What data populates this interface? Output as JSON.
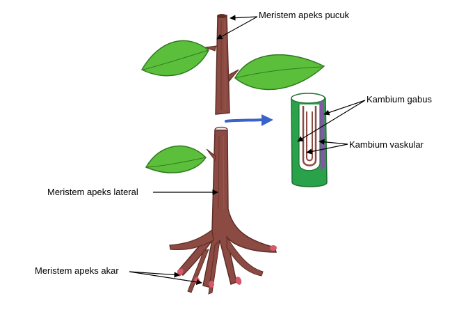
{
  "labels": {
    "meristem_apeks_pucuk": "Meristem apeks pucuk",
    "kambium_gabus": "Kambium gabus",
    "kambium_vaskular": "Kambium vaskular",
    "meristem_apeks_lateral": "Meristem apeks lateral",
    "meristem_apeks_akar": "Meristem apeks akar"
  },
  "colors": {
    "stem": "#8b4a42",
    "stem_dark": "#5e2d27",
    "leaf": "#5cbf3c",
    "leaf_dark": "#2f7a1e",
    "root_tip": "#d9576a",
    "cross_section_outer": "#2aa24a",
    "cambium_purple": "#8e4fb0",
    "arrow": "#3a63c9"
  }
}
